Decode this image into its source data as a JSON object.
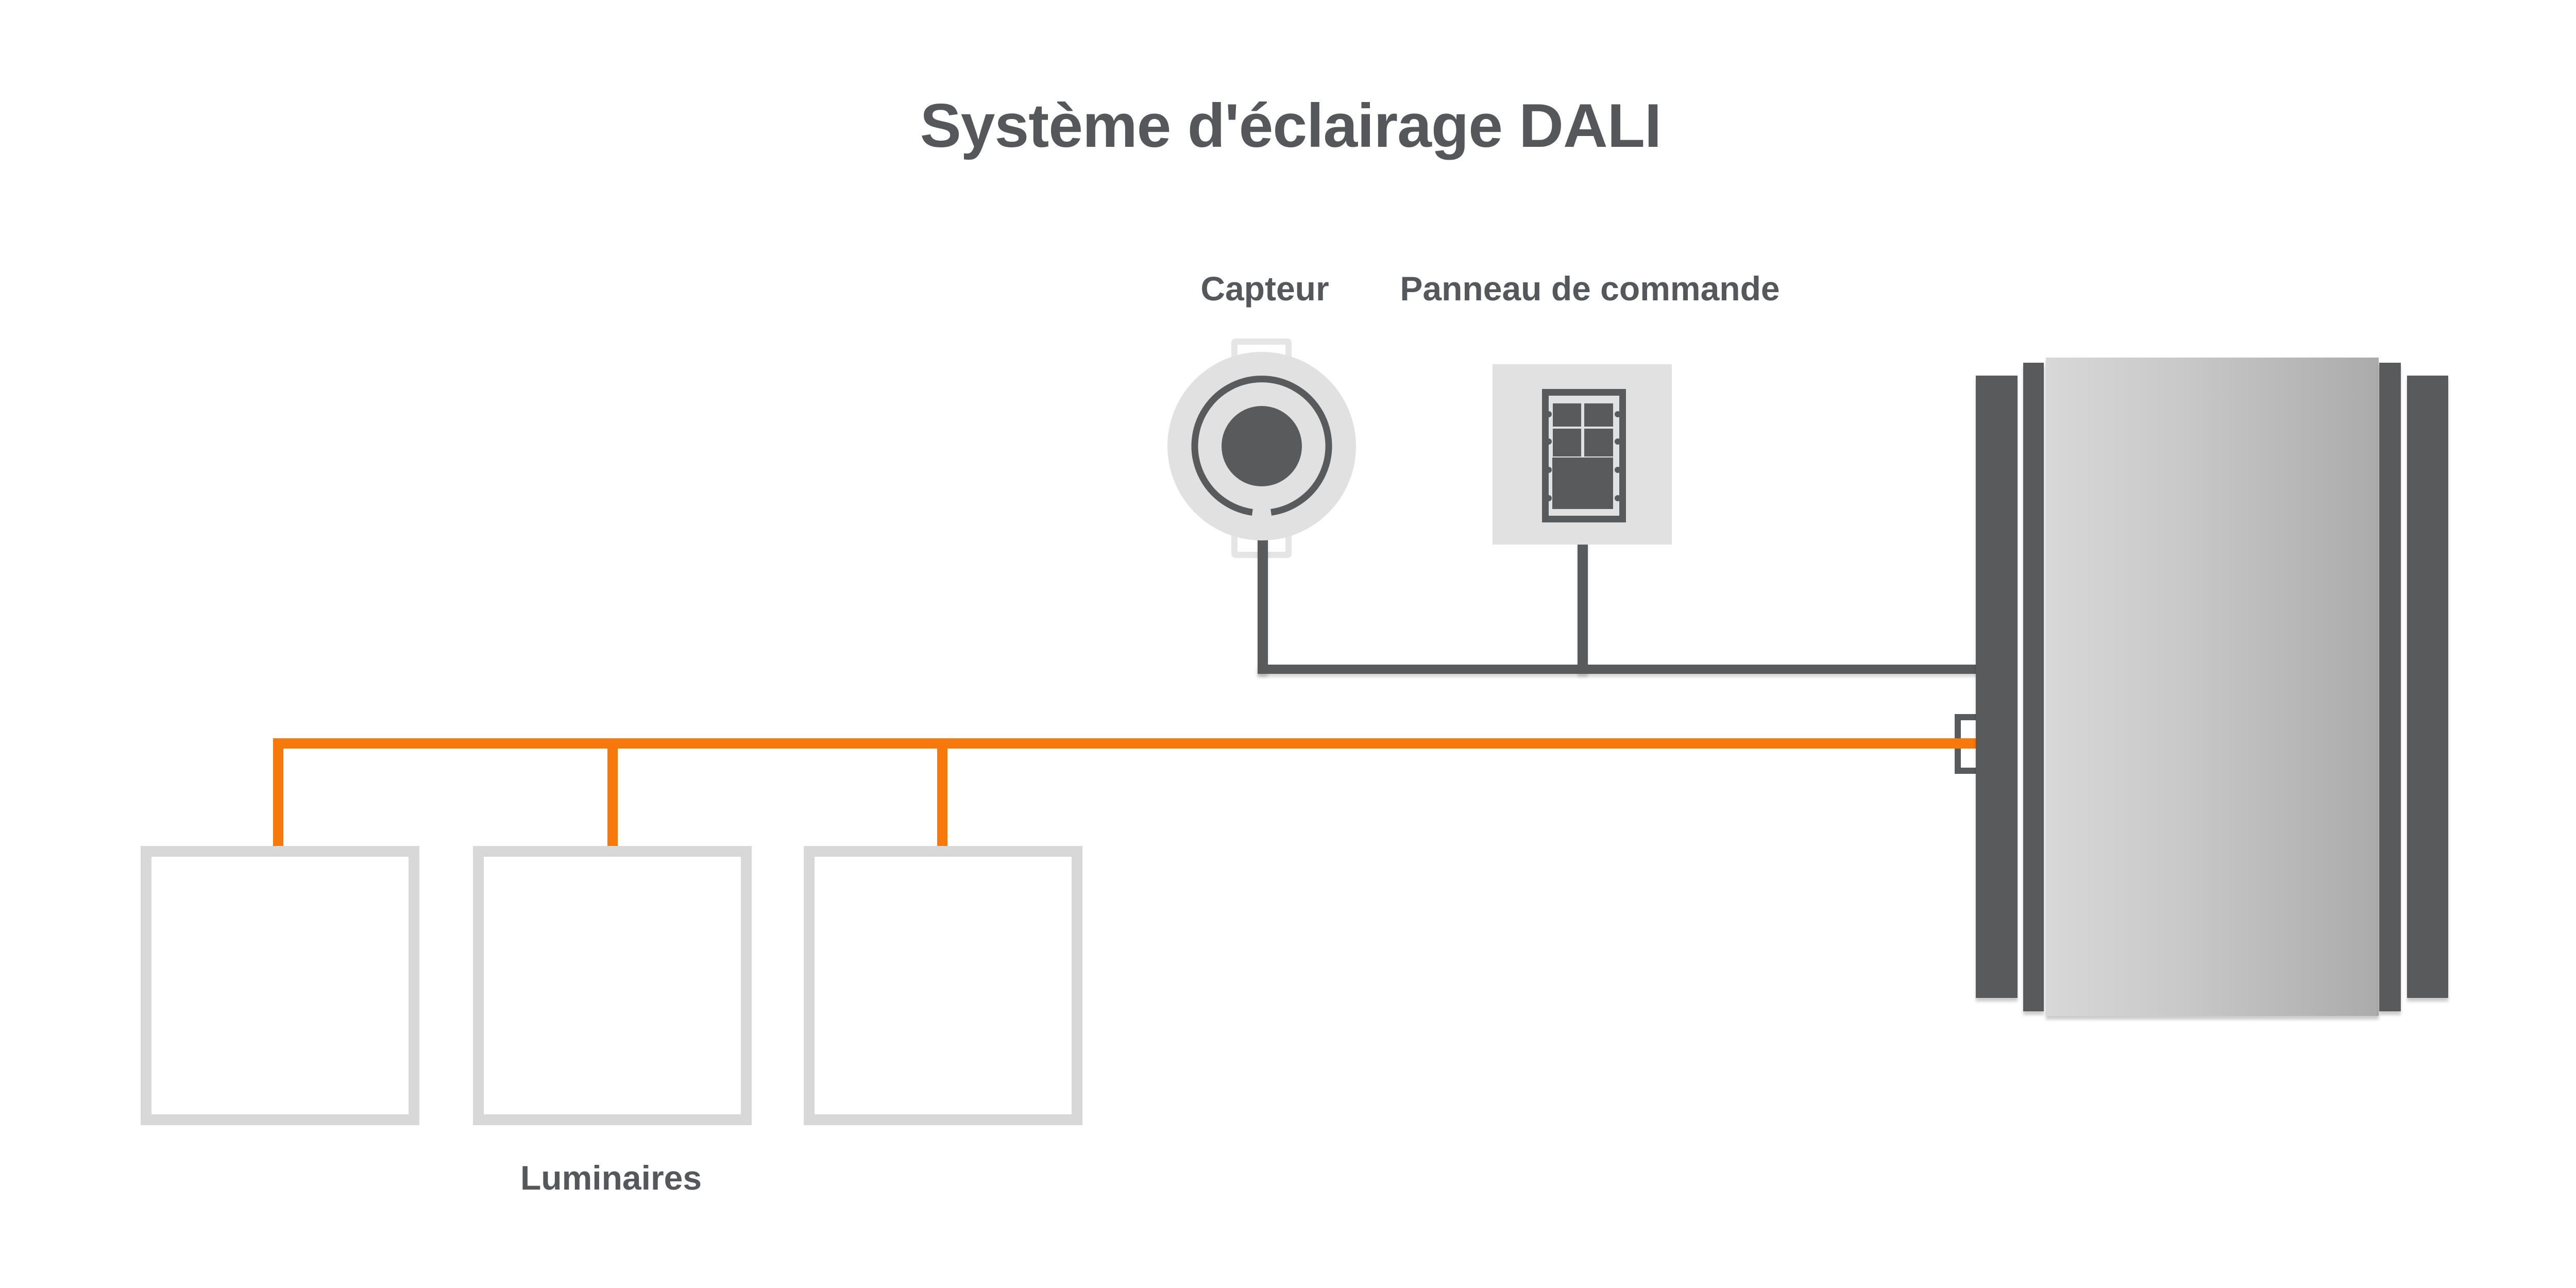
{
  "title": {
    "text": "Système d'éclairage DALI"
  },
  "sensor": {
    "label": "Capteur",
    "icon": "light-sensor-icon"
  },
  "control_panel": {
    "label": "Panneau de commande",
    "icon": "control-panel-icon",
    "small_buttons": 4,
    "large_buttons": 1,
    "side_screws_per_side": 4
  },
  "driver": {
    "icon": "dali-driver-cylinder-icon"
  },
  "luminaires": {
    "label": "Luminaires",
    "count": 3,
    "icon": "luminaire-square-icon"
  },
  "bus": {
    "dali_bus_color": "#F8790B",
    "control_wire_color": "#595A5C"
  },
  "colors": {
    "accent_orange": "#F8790B",
    "dark_gray": "#595A5C",
    "light_gray": "#E1E1E2",
    "tab_stroke": "#E5E5E5",
    "luminaire_border": "#D8D8D9",
    "text": "#56575A",
    "body_gradient_start": "#D8D8D8",
    "body_gradient_end": "#ABABAB",
    "background": "#FFFFFF"
  }
}
